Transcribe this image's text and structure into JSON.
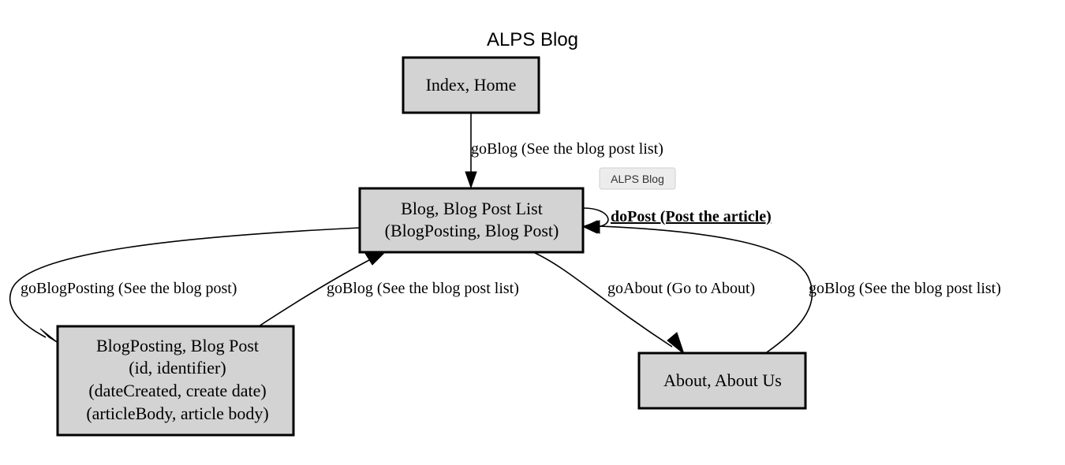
{
  "diagram": {
    "title": "ALPS Blog",
    "tooltip": "ALPS Blog",
    "nodes": {
      "index": {
        "lines": [
          "Index, Home"
        ]
      },
      "blog": {
        "lines": [
          "Blog, Blog Post List",
          "(BlogPosting, Blog Post)"
        ]
      },
      "blogposting": {
        "lines": [
          "BlogPosting, Blog Post",
          "(id, identifier)",
          "(dateCreated, create date)",
          "(articleBody, article body)"
        ]
      },
      "about": {
        "lines": [
          "About, About Us"
        ]
      }
    },
    "edges": {
      "index_to_blog": "goBlog (See the blog post list)",
      "blog_self": "doPost (Post the article)",
      "blog_to_blogposting": "goBlogPosting (See the blog post)",
      "blogposting_to_blog": "goBlog (See the blog post list)",
      "blog_to_about": "goAbout (Go to About)",
      "about_to_blog": "goBlog (See the blog post list)"
    }
  }
}
